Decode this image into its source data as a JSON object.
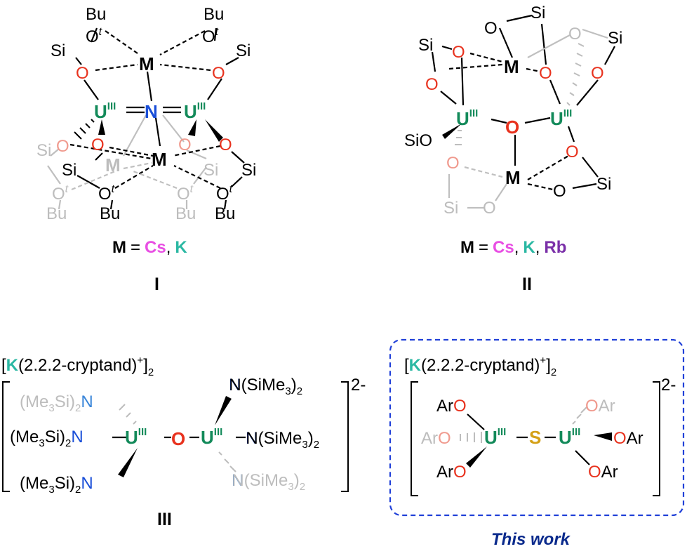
{
  "colors": {
    "uranium": "#138a5a",
    "oxygen": "#e8321e",
    "oxygen_faded": "#f09a8e",
    "nitrogen": "#1a4fd8",
    "nitrogen_light": "#3a86d9",
    "sulfur": "#d4a017",
    "potassium": "#2bb8a3",
    "cesium": "#e84fe3",
    "rubidium": "#7a2fa8",
    "faded": "#bdbdbd",
    "box_border": "#2040d8",
    "this_work": "#0a2a8c"
  },
  "atoms": {
    "U": "U",
    "U_ox": "III",
    "O": "O",
    "N": "N",
    "S": "S",
    "M": "M",
    "Si": "Si",
    "Bu": "Bu",
    "t": "t",
    "K": "K",
    "Cs": "Cs",
    "Rb": "Rb"
  },
  "structure_I": {
    "caption_lhs": "M",
    "caption_eq": "=",
    "caption_sep": ",",
    "label": "I"
  },
  "structure_II": {
    "caption_lhs": "M",
    "caption_eq": "=",
    "caption_sep1": ",",
    "caption_sep2": ",",
    "siO": "SiO",
    "label": "II"
  },
  "structure_III": {
    "counter_open": "[",
    "counter_rest": "(2.2.2-cryptand)",
    "counter_plus": "+",
    "counter_close": "]",
    "counter_sub": "2",
    "charge": "2-",
    "ligand_left_top": "(Me",
    "ligand_left": "(Me",
    "me3si_3": "3",
    "me3si_rest": "Si)",
    "me3si_2": "2",
    "ligand_right_head": "N(SiMe",
    "ligand_right_tail": ")",
    "label": "III"
  },
  "this_work_block": {
    "counter_open": "[",
    "counter_rest": "(2.2.2-cryptand)",
    "counter_plus": "+",
    "counter_close": "]",
    "counter_sub": "2",
    "charge": "2-",
    "ar_left": "Ar",
    "ar_right": "Ar",
    "label": "This work"
  }
}
